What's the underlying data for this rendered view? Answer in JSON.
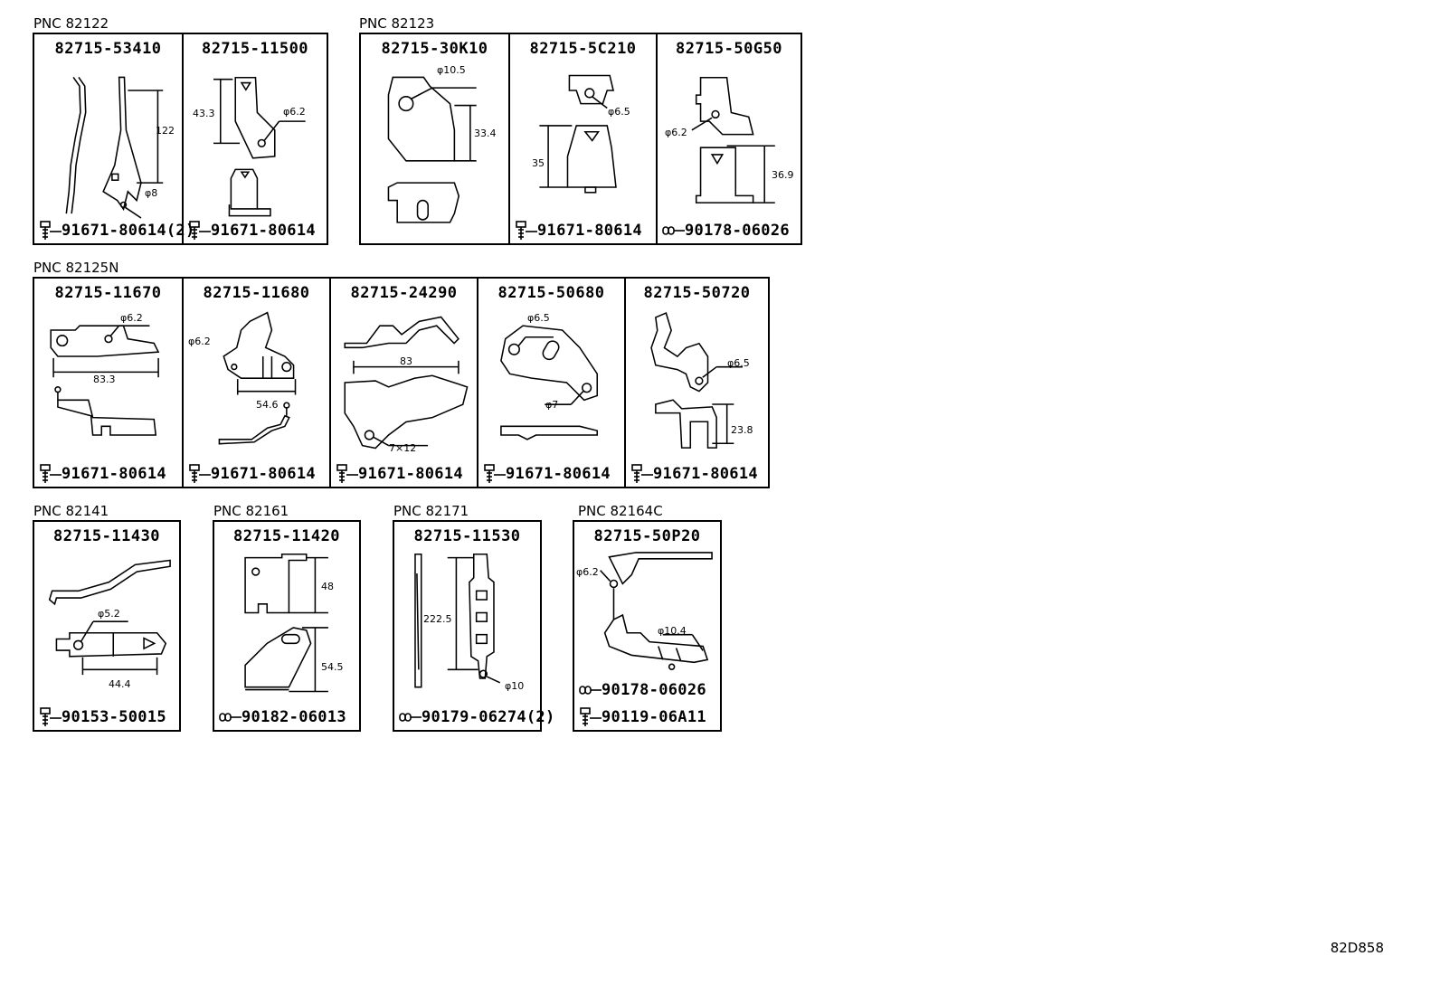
{
  "groups": [
    {
      "pnc": "PNC 82122",
      "parts": [
        {
          "pn": "82715-53410",
          "dims": [
            "122",
            "φ8"
          ],
          "fastener": "91671-80614(2)",
          "ficon": "bolt-icon"
        },
        {
          "pn": "82715-11500",
          "dims": [
            "43.3",
            "φ6.2"
          ],
          "fastener": "91671-80614",
          "ficon": "bolt-icon"
        }
      ]
    },
    {
      "pnc": "PNC 82123",
      "parts": [
        {
          "pn": "82715-30K10",
          "dims": [
            "φ10.5",
            "33.4"
          ],
          "fastener": "",
          "ficon": ""
        },
        {
          "pn": "82715-5C210",
          "dims": [
            "φ6.5",
            "35"
          ],
          "fastener": "91671-80614",
          "ficon": "bolt-icon"
        },
        {
          "pn": "82715-50G50",
          "dims": [
            "φ6.2",
            "36.9"
          ],
          "fastener": "90178-06026",
          "ficon": "nut-icon"
        }
      ]
    },
    {
      "pnc": "PNC 82125N",
      "parts": [
        {
          "pn": "82715-11670",
          "dims": [
            "φ6.2",
            "83.3"
          ],
          "fastener": "91671-80614",
          "ficon": "bolt-icon"
        },
        {
          "pn": "82715-11680",
          "dims": [
            "φ6.2",
            "54.6"
          ],
          "fastener": "91671-80614",
          "ficon": "bolt-icon"
        },
        {
          "pn": "82715-24290",
          "dims": [
            "83",
            "7×12"
          ],
          "fastener": "91671-80614",
          "ficon": "bolt-icon"
        },
        {
          "pn": "82715-50680",
          "dims": [
            "φ6.5",
            "φ7"
          ],
          "fastener": "91671-80614",
          "ficon": "bolt-icon"
        },
        {
          "pn": "82715-50720",
          "dims": [
            "φ6.5",
            "23.8"
          ],
          "fastener": "91671-80614",
          "ficon": "bolt-icon"
        }
      ]
    },
    {
      "pnc": "PNC 82141",
      "parts": [
        {
          "pn": "82715-11430",
          "dims": [
            "φ5.2",
            "44.4"
          ],
          "fastener": "90153-50015",
          "ficon": "bolt-icon"
        }
      ]
    },
    {
      "pnc": "PNC 82161",
      "parts": [
        {
          "pn": "82715-11420",
          "dims": [
            "48",
            "54.5"
          ],
          "fastener": "90182-06013",
          "ficon": "nut-icon"
        }
      ]
    },
    {
      "pnc": "PNC 82171",
      "parts": [
        {
          "pn": "82715-11530",
          "dims": [
            "222.5",
            "φ10"
          ],
          "fastener": "90179-06274(2)",
          "ficon": "nut-icon"
        }
      ]
    },
    {
      "pnc": "PNC 82164C",
      "parts": [
        {
          "pn": "82715-50P20",
          "dims": [
            "φ6.2",
            "φ10.4"
          ],
          "fastener": "90178-06026",
          "ficon": "nut-icon",
          "fastener2": "90119-06A11",
          "ficon2": "bolt-icon"
        }
      ]
    }
  ],
  "figure_id": "82D858"
}
